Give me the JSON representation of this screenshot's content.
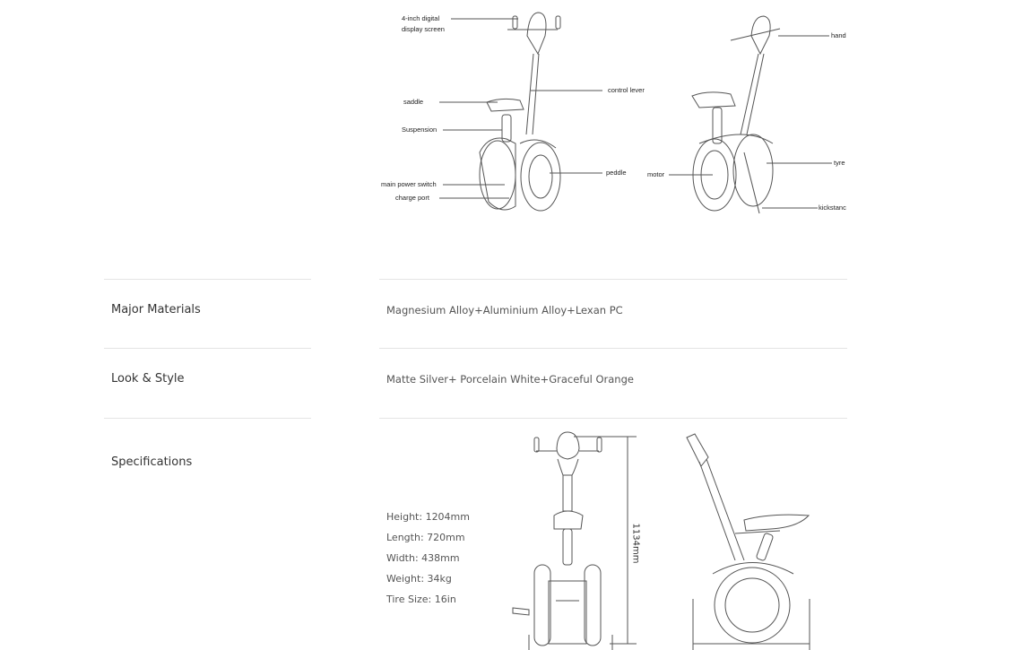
{
  "diagram_top": {
    "labels": {
      "display_line1": "4-inch digital",
      "display_line2": "display screen",
      "saddle": "saddle",
      "suspension": "Suspension",
      "main_power_switch": "main power switch",
      "charge_port": "charge port",
      "control_lever": "control lever",
      "peddle": "peddle",
      "hand": "hand",
      "motor": "motor",
      "tyre": "tyre",
      "kickstand": "kickstanc"
    }
  },
  "rows": [
    {
      "label": "Major Materials",
      "value": "Magnesium Alloy+Aluminium Alloy+Lexan PC"
    },
    {
      "label": "Look & Style",
      "value": "Matte Silver+ Porcelain White+Graceful Orange"
    },
    {
      "label": "Specifications"
    }
  ],
  "specs": [
    "Height: 1204mm",
    "Length: 720mm",
    "Width: 438mm",
    "Weight: 34kg",
    "Tire Size: 16in"
  ],
  "dimension_label": "1134mm"
}
